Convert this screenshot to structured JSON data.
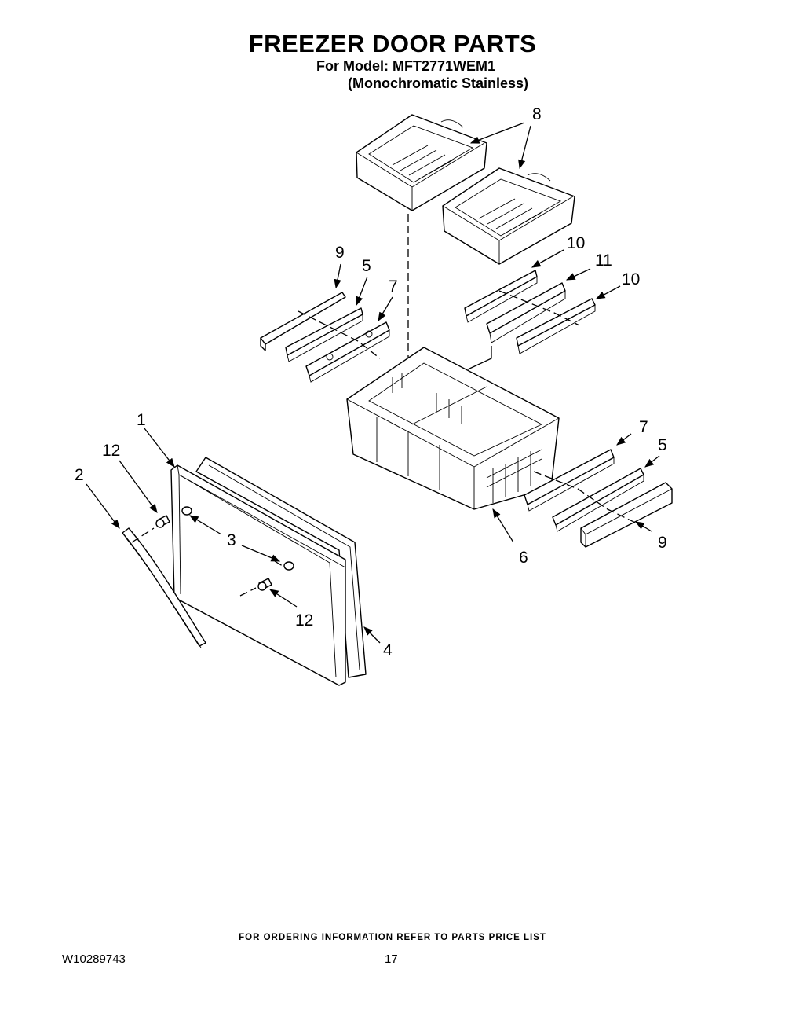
{
  "header": {
    "title": "FREEZER DOOR PARTS",
    "model_line": "For Model: MFT2771WEM1",
    "finish_line": "(Monochromatic Stainless)"
  },
  "callouts": {
    "door": "1",
    "handle": "2",
    "cap": "3",
    "gasket": "4",
    "slide_5": "5",
    "basket": "6",
    "slide_7": "7",
    "tray": "8",
    "rail_9": "9",
    "rail_10": "10",
    "rail_11": "11",
    "screw_12": "12"
  },
  "footer": {
    "ordering_note": "FOR ORDERING INFORMATION REFER TO PARTS PRICE LIST",
    "document_id": "W10289743",
    "page_number": "17"
  }
}
